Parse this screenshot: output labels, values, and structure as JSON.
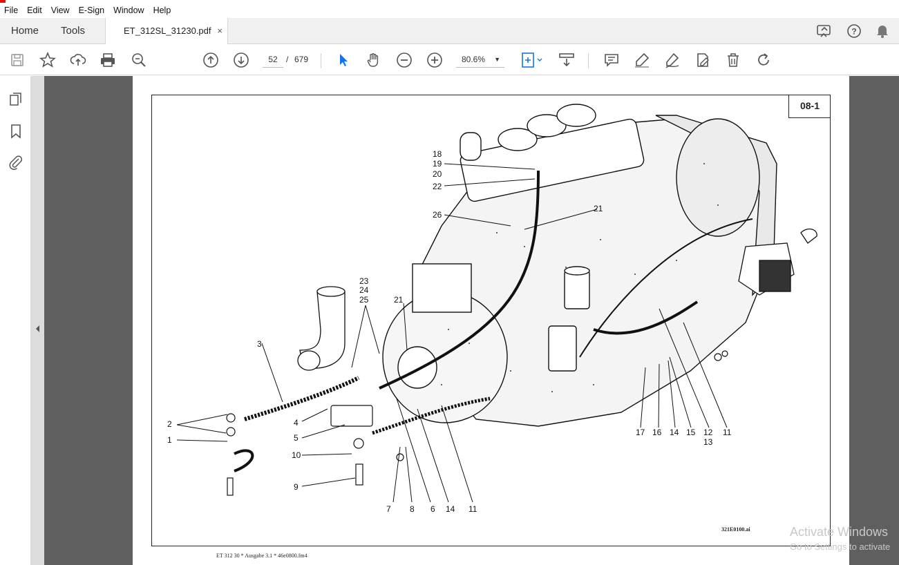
{
  "menu": [
    "File",
    "Edit",
    "View",
    "E-Sign",
    "Window",
    "Help"
  ],
  "tabs": {
    "home": "Home",
    "tools": "Tools",
    "document": "ET_312SL_31230.pdf",
    "close": "×"
  },
  "toolbar": {
    "current_page": "52",
    "separator": "/",
    "total_pages": "679",
    "zoom": "80.6%"
  },
  "page": {
    "section_number": "08-1",
    "figure_id": "321E0100.ai",
    "footer": "ET 312 30 * Ausgabe 3.1 * 46e0800.fm4"
  },
  "callouts": [
    "18",
    "19",
    "20",
    "22",
    "26",
    "21",
    "23",
    "24",
    "25",
    "21",
    "3",
    "2",
    "1",
    "4",
    "5",
    "10",
    "9",
    "7",
    "8",
    "6",
    "14",
    "11",
    "17",
    "16",
    "14",
    "15",
    "12",
    "13",
    "11"
  ],
  "watermark": {
    "line1": "Activate Windows",
    "line2": "Go to Settings to activate"
  },
  "colors": {
    "accent": "#1473e6",
    "gutter": "#5f5f5f"
  },
  "icons": [
    "save-icon",
    "star-icon",
    "upload-icon",
    "print-icon",
    "zoom-search-icon",
    "page-up-icon",
    "page-down-icon",
    "select-arrow-icon",
    "hand-icon",
    "zoom-out-icon",
    "zoom-in-icon",
    "fit-page-icon",
    "scroll-icon",
    "comment-icon",
    "highlight-icon",
    "sign-icon",
    "edit-pdf-icon",
    "delete-icon",
    "rotate-icon",
    "share-icon",
    "help-icon",
    "bell-icon",
    "page-thumbnails-icon",
    "bookmark-icon",
    "attachment-icon"
  ]
}
